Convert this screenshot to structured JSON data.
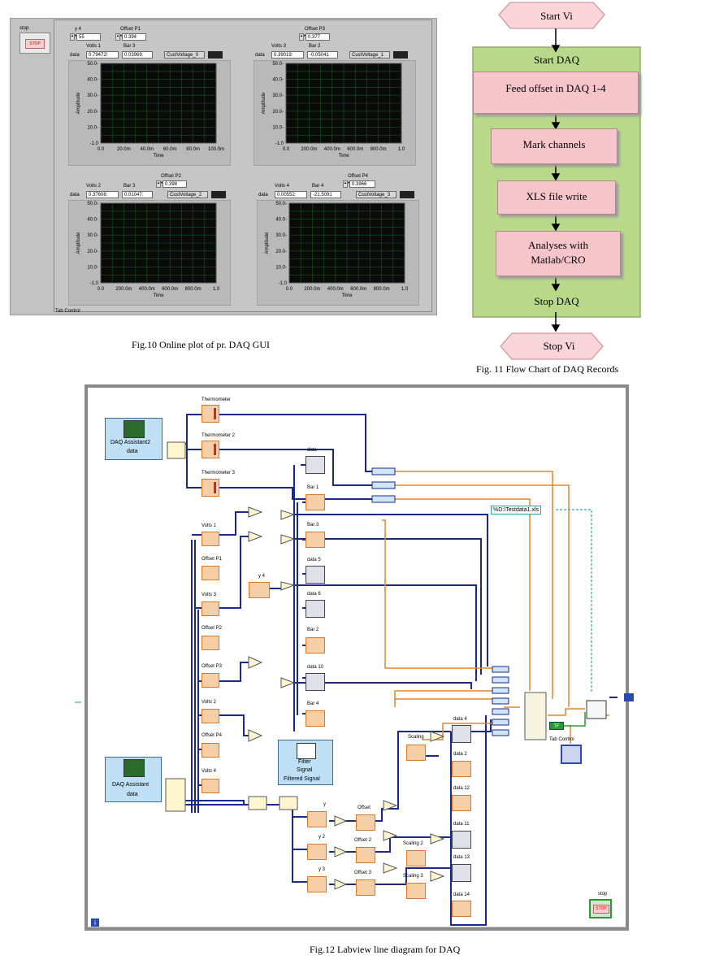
{
  "front_panel": {
    "stop_label": "stop",
    "stop_button": "STOP",
    "tab_control_label": "Tab Control",
    "controls": {
      "y4_label": "y 4",
      "y4_value": "55",
      "offset_p1_label": "Offset P1",
      "offset_p1_value": "0.394",
      "offset_p3_label": "Offset P3",
      "offset_p3_value": "0.377",
      "offset_p2_label": "Offset P2",
      "offset_p2_value": "0.398",
      "offset_p4_label": "Offset P4",
      "offset_p4_value": "0.3966"
    },
    "graphs": [
      {
        "data_label": "data",
        "ind1_label": "Volts 1",
        "ind1_value": "0.79472!",
        "ind2_label": "Bar 3",
        "ind2_value": "0.03969:",
        "legend": "CustVoltage_0",
        "y_ticks": [
          "50.0-",
          "40.0-",
          "30.0-",
          "20.0-",
          "10.0-",
          "-1.0"
        ],
        "x_ticks": [
          "0.0",
          "20.0m",
          "40.0m",
          "60.0m",
          "80.0m",
          "100.0m"
        ],
        "xlabel": "Time",
        "ylabel": "Amplitude"
      },
      {
        "data_label": "data",
        "ind1_label": "Volts 3",
        "ind1_value": "0.39019:",
        "ind2_label": "Bar 2",
        "ind2_value": "-0.05041",
        "legend": "CustVoltage_1",
        "y_ticks": [
          "50.0-",
          "40.0-",
          "30.0-",
          "20.0-",
          "10.0-",
          "-1.0"
        ],
        "x_ticks": [
          "0.0",
          "200.0m",
          "400.0m",
          "600.0m",
          "800.0m",
          "1.0"
        ],
        "xlabel": "Time",
        "ylabel": "Amplitude"
      },
      {
        "data_label": "data",
        "ind1_label": "Volts 2",
        "ind1_value": "0.37608:",
        "ind2_label": "Bar 3",
        "ind2_value": "0.01047:",
        "legend": "CustVoltage_2",
        "y_ticks": [
          "50.0-",
          "40.0-",
          "30.0-",
          "20.0-",
          "10.0-",
          "-1.0"
        ],
        "x_ticks": [
          "0.0",
          "200.0m",
          "400.0m",
          "600.0m",
          "800.0m",
          "1.0"
        ],
        "xlabel": "Time",
        "ylabel": "Amplitude"
      },
      {
        "data_label": "data",
        "ind1_label": "Volts 4",
        "ind1_value": "0.00552:",
        "ind2_label": "Bar 4",
        "ind2_value": "-21.5091",
        "legend": "CustVoltage_3",
        "y_ticks": [
          "50.0-",
          "40.0-",
          "30.0-",
          "20.0-",
          "10.0-",
          "-1.0"
        ],
        "x_ticks": [
          "0.0",
          "200.0m",
          "400.0m",
          "600.0m",
          "800.0m",
          "1.0"
        ],
        "xlabel": "Time",
        "ylabel": "Amplitude"
      }
    ]
  },
  "fig10_caption": "Fig.10 Online plot of pr. DAQ GUI",
  "flowchart": {
    "start": "Start Vi",
    "start_daq": "Start DAQ",
    "steps": [
      "Feed offset in DAQ 1-4",
      "Mark channels",
      "XLS file write"
    ],
    "step_matlab_line1": "Analyses with",
    "step_matlab_line2": "Matlab/CRO",
    "stop_daq": "Stop DAQ",
    "stop": "Stop Vi",
    "colors": {
      "start_fill": "#f9d4d9",
      "box_fill": "#f5c5cb",
      "panel_fill": "#b9d98a",
      "panel_border": "#8fb060"
    }
  },
  "fig11_caption": "Fig. 11  Flow Chart of DAQ Records",
  "block_diagram": {
    "daq_assistant2_title": "DAQ Assistant2",
    "daq_assistant2_port": "data",
    "daq_assistant_title": "DAQ Assistant",
    "daq_assistant_port": "data",
    "thermometers": [
      "Thermometer",
      "Thermometer 2",
      "Thermometer 3"
    ],
    "left_terminals": [
      "Volts 1",
      "Offset P1",
      "Volts 3",
      "Offset P2",
      "Offset P3",
      "Volts 2",
      "Offset P4",
      "Volts 4"
    ],
    "y4_label": "y 4",
    "middle_terminals": [
      "data",
      "Bar 1",
      "Bar 3",
      "data 5",
      "data 6",
      "Bar 2",
      "data 10",
      "Bar 4"
    ],
    "filter_title": "Filter",
    "filter_in": "Signal",
    "filter_out": "Filtered Signal",
    "lower_inputs": [
      "y",
      "y 2",
      "y 3"
    ],
    "lower_offsets": [
      "Offset",
      "Offset 2",
      "Offset 3"
    ],
    "scalings": [
      "Scaling",
      "Scaling 2",
      "Scaling 3"
    ],
    "right_outputs": [
      "data 4",
      "data 2",
      "data 12",
      "data 11",
      "data 13",
      "data 14"
    ],
    "file_path": "%D:\\Testdata1.xls",
    "tab_control_label": "Tab Control",
    "stop_label": "stop",
    "stop_text": "STOP",
    "tf_text": "TF"
  },
  "fig12_caption": "Fig.12 Labview line diagram for DAQ"
}
